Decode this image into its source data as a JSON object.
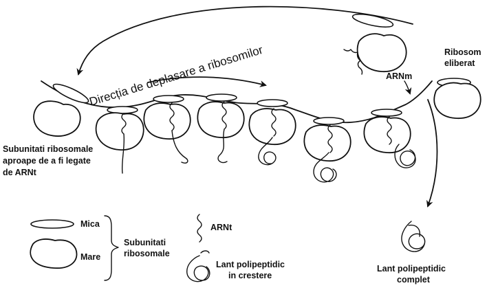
{
  "labels": {
    "direction": "Direcția de deplasare a ribosomilor",
    "arnm": "ARNm",
    "released_ribosome_line1": "Ribosom",
    "released_ribosome_line2": "eliberat",
    "subunits_left_line1": "Subunitati ribosomale",
    "subunits_left_line2": "aproape de a fi legate",
    "subunits_left_line3": "de ARNt"
  },
  "legend": {
    "small_subunit": "Mica",
    "large_subunit": "Mare",
    "subunits_line1": "Subunitati",
    "subunits_line2": "ribosomale",
    "trna": "ARNt",
    "growing_chain_line1": "Lant polipeptidic",
    "growing_chain_line2": "in crestere",
    "complete_chain_line1": "Lant polipeptidic",
    "complete_chain_line2": "complet"
  }
}
